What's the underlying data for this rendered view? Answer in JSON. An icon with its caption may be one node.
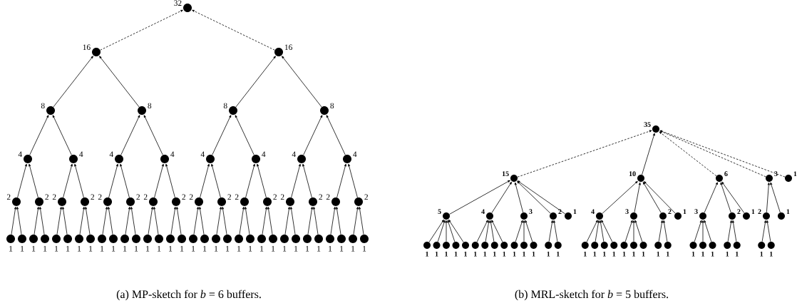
{
  "diagram": {
    "nodes": [
      {
        "text": [],
        "shape": "circle",
        "beside": [
          "32"
        ]
      },
      {
        "text": [],
        "shape": "circle",
        "beside": [
          "16"
        ]
      },
      {
        "text": [],
        "shape": "circle",
        "beside": [
          "16"
        ]
      },
      {
        "text": [],
        "shape": "circle",
        "beside": [
          "8"
        ]
      },
      {
        "text": [],
        "shape": "circle",
        "beside": [
          "8"
        ]
      },
      {
        "text": [],
        "shape": "circle",
        "beside": [
          "8"
        ]
      },
      {
        "text": [],
        "shape": "circle",
        "beside": [
          "8"
        ]
      },
      {
        "text": [],
        "shape": "circle",
        "beside": [
          "4"
        ]
      },
      {
        "text": [],
        "shape": "circle",
        "beside": [
          "4"
        ]
      },
      {
        "text": [],
        "shape": "circle",
        "beside": [
          "4"
        ]
      },
      {
        "text": [],
        "shape": "circle",
        "beside": [
          "4"
        ]
      },
      {
        "text": [],
        "shape": "circle",
        "beside": [
          "4"
        ]
      },
      {
        "text": [],
        "shape": "circle",
        "beside": [
          "4"
        ]
      },
      {
        "text": [],
        "shape": "circle",
        "beside": [
          "4"
        ]
      },
      {
        "text": [],
        "shape": "circle",
        "beside": [
          "4"
        ]
      },
      {
        "text": [],
        "shape": "circle",
        "beside": [
          "2"
        ]
      },
      {
        "text": [],
        "shape": "circle",
        "beside": [
          "2"
        ]
      },
      {
        "text": [],
        "shape": "circle",
        "beside": [
          "2"
        ]
      },
      {
        "text": [],
        "shape": "circle",
        "beside": [
          "2"
        ]
      },
      {
        "text": [],
        "shape": "circle",
        "beside": [
          "2"
        ]
      },
      {
        "text": [],
        "shape": "circle",
        "beside": [
          "2"
        ]
      },
      {
        "text": [],
        "shape": "circle",
        "beside": [
          "2"
        ]
      },
      {
        "text": [],
        "shape": "circle",
        "beside": [
          "2"
        ]
      },
      {
        "text": [],
        "shape": "circle",
        "beside": [
          "2"
        ]
      },
      {
        "text": [],
        "shape": "circle",
        "beside": [
          "2"
        ]
      },
      {
        "text": [],
        "shape": "circle",
        "beside": [
          "2"
        ]
      },
      {
        "text": [],
        "shape": "circle",
        "beside": [
          "2"
        ]
      },
      {
        "text": [],
        "shape": "circle",
        "beside": [
          "2"
        ]
      },
      {
        "text": [],
        "shape": "circle",
        "beside": [
          "2"
        ]
      },
      {
        "text": [],
        "shape": "circle",
        "beside": [
          "2"
        ]
      },
      {
        "text": [],
        "shape": "circle",
        "beside": [
          "2"
        ]
      },
      {
        "text": [],
        "shape": "circle",
        "beside": [
          "1"
        ]
      },
      {
        "text": [],
        "shape": "circle",
        "beside": [
          "1"
        ]
      },
      {
        "text": [],
        "shape": "circle",
        "beside": [
          "1"
        ]
      },
      {
        "text": [],
        "shape": "circle",
        "beside": [
          "1"
        ]
      },
      {
        "text": [],
        "shape": "circle",
        "beside": [
          "1"
        ]
      },
      {
        "text": [],
        "shape": "circle",
        "beside": [
          "1"
        ]
      },
      {
        "text": [],
        "shape": "circle",
        "beside": [
          "1"
        ]
      },
      {
        "text": [],
        "shape": "circle",
        "beside": [
          "1"
        ]
      },
      {
        "text": [],
        "shape": "circle",
        "beside": [
          "1"
        ]
      },
      {
        "text": [],
        "shape": "circle",
        "beside": [
          "1"
        ]
      },
      {
        "text": [],
        "shape": "circle",
        "beside": [
          "1"
        ]
      },
      {
        "text": [],
        "shape": "circle",
        "beside": [
          "1"
        ]
      },
      {
        "text": [],
        "shape": "circle",
        "beside": [
          "1"
        ]
      },
      {
        "text": [],
        "shape": "circle",
        "beside": [
          "1"
        ]
      },
      {
        "text": [],
        "shape": "circle",
        "beside": [
          "1"
        ]
      },
      {
        "text": [],
        "shape": "circle",
        "beside": [
          "1"
        ]
      },
      {
        "text": [],
        "shape": "circle",
        "beside": [
          "1"
        ]
      },
      {
        "text": [],
        "shape": "circle",
        "beside": [
          "1"
        ]
      },
      {
        "text": [],
        "shape": "circle",
        "beside": [
          "1"
        ]
      },
      {
        "text": [],
        "shape": "circle",
        "beside": [
          "1"
        ]
      },
      {
        "text": [],
        "shape": "circle",
        "beside": [
          "1"
        ]
      },
      {
        "text": [],
        "shape": "circle",
        "beside": [
          "1"
        ]
      },
      {
        "text": [],
        "shape": "circle",
        "beside": [
          "1"
        ]
      },
      {
        "text": [],
        "shape": "circle",
        "beside": [
          "1"
        ]
      },
      {
        "text": [],
        "shape": "circle",
        "beside": [
          "1"
        ]
      },
      {
        "text": [],
        "shape": "circle",
        "beside": [
          "1"
        ]
      },
      {
        "text": [],
        "shape": "circle",
        "beside": [
          "1"
        ]
      },
      {
        "text": [],
        "shape": "circle",
        "beside": [
          "1"
        ]
      },
      {
        "text": [],
        "shape": "circle",
        "beside": [
          "1"
        ]
      },
      {
        "text": [],
        "shape": "circle",
        "beside": [
          "1"
        ]
      },
      {
        "text": [],
        "shape": "circle",
        "beside": [
          "1"
        ]
      },
      {
        "text": [],
        "shape": "circle",
        "beside": [
          "1"
        ]
      },
      {
        "text": [],
        "shape": "circle",
        "beside": [
          "35"
        ]
      },
      {
        "text": [],
        "shape": "circle",
        "beside": [
          "15"
        ]
      },
      {
        "text": [],
        "shape": "circle",
        "beside": [
          "10"
        ]
      },
      {
        "text": [],
        "shape": "circle",
        "beside": [
          "6"
        ]
      },
      {
        "text": [],
        "shape": "circle",
        "beside": [
          "3"
        ]
      },
      {
        "text": [],
        "shape": "circle",
        "beside": [
          "1"
        ]
      },
      {
        "text": [],
        "shape": "circle",
        "beside": [
          "5"
        ]
      },
      {
        "text": [],
        "shape": "circle",
        "beside": [
          "4"
        ]
      },
      {
        "text": [],
        "shape": "circle",
        "beside": [
          "3"
        ]
      },
      {
        "text": [],
        "shape": "circle",
        "beside": [
          "2"
        ]
      },
      {
        "text": [],
        "shape": "circle",
        "beside": [
          "1"
        ]
      },
      {
        "text": [],
        "shape": "circle",
        "beside": [
          "4"
        ]
      },
      {
        "text": [],
        "shape": "circle",
        "beside": [
          "3"
        ]
      },
      {
        "text": [],
        "shape": "circle",
        "beside": [
          "2"
        ]
      },
      {
        "text": [],
        "shape": "circle",
        "beside": [
          "1"
        ]
      },
      {
        "text": [],
        "shape": "circle",
        "beside": [
          "3"
        ]
      },
      {
        "text": [],
        "shape": "circle",
        "beside": [
          "2"
        ]
      },
      {
        "text": [],
        "shape": "circle",
        "beside": [
          "1"
        ]
      },
      {
        "text": [],
        "shape": "circle",
        "beside": [
          "2"
        ]
      },
      {
        "text": [],
        "shape": "circle",
        "beside": [
          "1"
        ]
      },
      {
        "text": [],
        "shape": "circle",
        "beside": [
          "1"
        ]
      },
      {
        "text": [],
        "shape": "circle",
        "beside": [
          "1"
        ]
      },
      {
        "text": [],
        "shape": "circle",
        "beside": [
          "1"
        ]
      },
      {
        "text": [],
        "shape": "circle",
        "beside": [
          "1"
        ]
      },
      {
        "text": [],
        "shape": "circle",
        "beside": [
          "1"
        ]
      },
      {
        "text": [],
        "shape": "circle",
        "beside": [
          "1"
        ]
      },
      {
        "text": [],
        "shape": "circle",
        "beside": [
          "1"
        ]
      },
      {
        "text": [],
        "shape": "circle",
        "beside": [
          "1"
        ]
      },
      {
        "text": [],
        "shape": "circle",
        "beside": [
          "1"
        ]
      },
      {
        "text": [],
        "shape": "circle",
        "beside": [
          "1"
        ]
      },
      {
        "text": [],
        "shape": "circle",
        "beside": [
          "1"
        ]
      },
      {
        "text": [],
        "shape": "circle",
        "beside": [
          "1"
        ]
      },
      {
        "text": [],
        "shape": "circle",
        "beside": [
          "1"
        ]
      },
      {
        "text": [],
        "shape": "circle",
        "beside": [
          "1"
        ]
      },
      {
        "text": [],
        "shape": "circle",
        "beside": [
          "1"
        ]
      },
      {
        "text": [],
        "shape": "circle",
        "beside": [
          "1"
        ]
      },
      {
        "text": [],
        "shape": "circle",
        "beside": [
          "1"
        ]
      },
      {
        "text": [],
        "shape": "circle",
        "beside": [
          "1"
        ]
      },
      {
        "text": [],
        "shape": "circle",
        "beside": [
          "1"
        ]
      },
      {
        "text": [],
        "shape": "circle",
        "beside": [
          "1"
        ]
      },
      {
        "text": [],
        "shape": "circle",
        "beside": [
          "1"
        ]
      },
      {
        "text": [],
        "shape": "circle",
        "beside": [
          "1"
        ]
      },
      {
        "text": [],
        "shape": "circle",
        "beside": [
          "1"
        ]
      },
      {
        "text": [],
        "shape": "circle",
        "beside": [
          "1"
        ]
      },
      {
        "text": [],
        "shape": "circle",
        "beside": [
          "1"
        ]
      },
      {
        "text": [],
        "shape": "circle",
        "beside": [
          "1"
        ]
      },
      {
        "text": [],
        "shape": "circle",
        "beside": [
          "1"
        ]
      },
      {
        "text": [],
        "shape": "circle",
        "beside": [
          "1"
        ]
      },
      {
        "text": [],
        "shape": "circle",
        "beside": [
          "1"
        ]
      },
      {
        "text": [],
        "shape": "circle",
        "beside": [
          "1"
        ]
      }
    ],
    "edges": [
      {
        "from": 1,
        "to": 0,
        "arrow": "to",
        "style": "dashed"
      },
      {
        "from": 2,
        "to": 0,
        "arrow": "to",
        "style": "dashed"
      },
      {
        "from": 3,
        "to": 1,
        "arrow": "to"
      },
      {
        "from": 4,
        "to": 1,
        "arrow": "to"
      },
      {
        "from": 5,
        "to": 2,
        "arrow": "to"
      },
      {
        "from": 6,
        "to": 2,
        "arrow": "to"
      },
      {
        "from": 7,
        "to": 3,
        "arrow": "to"
      },
      {
        "from": 8,
        "to": 3,
        "arrow": "to"
      },
      {
        "from": 9,
        "to": 4,
        "arrow": "to"
      },
      {
        "from": 10,
        "to": 4,
        "arrow": "to"
      },
      {
        "from": 11,
        "to": 5,
        "arrow": "to"
      },
      {
        "from": 12,
        "to": 5,
        "arrow": "to"
      },
      {
        "from": 13,
        "to": 6,
        "arrow": "to"
      },
      {
        "from": 14,
        "to": 6,
        "arrow": "to"
      },
      {
        "from": 15,
        "to": 7,
        "arrow": "to"
      },
      {
        "from": 16,
        "to": 7,
        "arrow": "to"
      },
      {
        "from": 17,
        "to": 8,
        "arrow": "to"
      },
      {
        "from": 18,
        "to": 8,
        "arrow": "to"
      },
      {
        "from": 19,
        "to": 9,
        "arrow": "to"
      },
      {
        "from": 20,
        "to": 9,
        "arrow": "to"
      },
      {
        "from": 21,
        "to": 10,
        "arrow": "to"
      },
      {
        "from": 22,
        "to": 10,
        "arrow": "to"
      },
      {
        "from": 23,
        "to": 11,
        "arrow": "to"
      },
      {
        "from": 24,
        "to": 11,
        "arrow": "to"
      },
      {
        "from": 25,
        "to": 12,
        "arrow": "to"
      },
      {
        "from": 26,
        "to": 12,
        "arrow": "to"
      },
      {
        "from": 27,
        "to": 13,
        "arrow": "to"
      },
      {
        "from": 28,
        "to": 13,
        "arrow": "to"
      },
      {
        "from": 29,
        "to": 14,
        "arrow": "to"
      },
      {
        "from": 30,
        "to": 14,
        "arrow": "to"
      },
      {
        "from": 31,
        "to": 15,
        "arrow": "to"
      },
      {
        "from": 32,
        "to": 15,
        "arrow": "to"
      },
      {
        "from": 33,
        "to": 16,
        "arrow": "to"
      },
      {
        "from": 34,
        "to": 16,
        "arrow": "to"
      },
      {
        "from": 35,
        "to": 17,
        "arrow": "to"
      },
      {
        "from": 36,
        "to": 17,
        "arrow": "to"
      },
      {
        "from": 37,
        "to": 18,
        "arrow": "to"
      },
      {
        "from": 38,
        "to": 18,
        "arrow": "to"
      },
      {
        "from": 39,
        "to": 19,
        "arrow": "to"
      },
      {
        "from": 40,
        "to": 19,
        "arrow": "to"
      },
      {
        "from": 41,
        "to": 20,
        "arrow": "to"
      },
      {
        "from": 42,
        "to": 20,
        "arrow": "to"
      },
      {
        "from": 43,
        "to": 21,
        "arrow": "to"
      },
      {
        "from": 44,
        "to": 21,
        "arrow": "to"
      },
      {
        "from": 45,
        "to": 22,
        "arrow": "to"
      },
      {
        "from": 46,
        "to": 22,
        "arrow": "to"
      },
      {
        "from": 47,
        "to": 23,
        "arrow": "to"
      },
      {
        "from": 48,
        "to": 23,
        "arrow": "to"
      },
      {
        "from": 49,
        "to": 24,
        "arrow": "to"
      },
      {
        "from": 50,
        "to": 24,
        "arrow": "to"
      },
      {
        "from": 51,
        "to": 25,
        "arrow": "to"
      },
      {
        "from": 52,
        "to": 25,
        "arrow": "to"
      },
      {
        "from": 53,
        "to": 26,
        "arrow": "to"
      },
      {
        "from": 54,
        "to": 26,
        "arrow": "to"
      },
      {
        "from": 55,
        "to": 27,
        "arrow": "to"
      },
      {
        "from": 56,
        "to": 27,
        "arrow": "to"
      },
      {
        "from": 57,
        "to": 28,
        "arrow": "to"
      },
      {
        "from": 58,
        "to": 28,
        "arrow": "to"
      },
      {
        "from": 59,
        "to": 29,
        "arrow": "to"
      },
      {
        "from": 60,
        "to": 29,
        "arrow": "to"
      },
      {
        "from": 61,
        "to": 30,
        "arrow": "to"
      },
      {
        "from": 62,
        "to": 30,
        "arrow": "to"
      },
      {
        "from": 64,
        "to": 63,
        "arrow": "to",
        "style": "dashed"
      },
      {
        "from": 65,
        "to": 63,
        "arrow": "to"
      },
      {
        "from": 66,
        "to": 63,
        "arrow": "to",
        "style": "dashed"
      },
      {
        "from": 67,
        "to": 63,
        "arrow": "to",
        "style": "dashed"
      },
      {
        "from": 68,
        "to": 63,
        "arrow": "to",
        "style": "dashed"
      },
      {
        "from": 69,
        "to": 64,
        "arrow": "to"
      },
      {
        "from": 70,
        "to": 64,
        "arrow": "to"
      },
      {
        "from": 71,
        "to": 64,
        "arrow": "to"
      },
      {
        "from": 72,
        "to": 64,
        "arrow": "to"
      },
      {
        "from": 73,
        "to": 64,
        "arrow": "to"
      },
      {
        "from": 74,
        "to": 65,
        "arrow": "to"
      },
      {
        "from": 75,
        "to": 65,
        "arrow": "to"
      },
      {
        "from": 76,
        "to": 65,
        "arrow": "to"
      },
      {
        "from": 77,
        "to": 65,
        "arrow": "to"
      },
      {
        "from": 78,
        "to": 66,
        "arrow": "to"
      },
      {
        "from": 79,
        "to": 66,
        "arrow": "to"
      },
      {
        "from": 80,
        "to": 66,
        "arrow": "to"
      },
      {
        "from": 81,
        "to": 67,
        "arrow": "to"
      },
      {
        "from": 82,
        "to": 67,
        "arrow": "to"
      },
      {
        "from": 83,
        "to": 69,
        "arrow": "to"
      },
      {
        "from": 84,
        "to": 69,
        "arrow": "to"
      },
      {
        "from": 85,
        "to": 69,
        "arrow": "to"
      },
      {
        "from": 86,
        "to": 69,
        "arrow": "to"
      },
      {
        "from": 87,
        "to": 69,
        "arrow": "to"
      },
      {
        "from": 88,
        "to": 70,
        "arrow": "to"
      },
      {
        "from": 89,
        "to": 70,
        "arrow": "to"
      },
      {
        "from": 90,
        "to": 70,
        "arrow": "to"
      },
      {
        "from": 91,
        "to": 70,
        "arrow": "to"
      },
      {
        "from": 92,
        "to": 71,
        "arrow": "to"
      },
      {
        "from": 93,
        "to": 71,
        "arrow": "to"
      },
      {
        "from": 94,
        "to": 71,
        "arrow": "to"
      },
      {
        "from": 95,
        "to": 72,
        "arrow": "to"
      },
      {
        "from": 96,
        "to": 72,
        "arrow": "to"
      },
      {
        "from": 97,
        "to": 74,
        "arrow": "to"
      },
      {
        "from": 98,
        "to": 74,
        "arrow": "to"
      },
      {
        "from": 99,
        "to": 74,
        "arrow": "to"
      },
      {
        "from": 100,
        "to": 74,
        "arrow": "to"
      },
      {
        "from": 101,
        "to": 75,
        "arrow": "to"
      },
      {
        "from": 102,
        "to": 75,
        "arrow": "to"
      },
      {
        "from": 103,
        "to": 75,
        "arrow": "to"
      },
      {
        "from": 104,
        "to": 76,
        "arrow": "to"
      },
      {
        "from": 105,
        "to": 76,
        "arrow": "to"
      },
      {
        "from": 106,
        "to": 78,
        "arrow": "to"
      },
      {
        "from": 107,
        "to": 78,
        "arrow": "to"
      },
      {
        "from": 108,
        "to": 78,
        "arrow": "to"
      },
      {
        "from": 109,
        "to": 79,
        "arrow": "to"
      },
      {
        "from": 110,
        "to": 79,
        "arrow": "to"
      },
      {
        "from": 111,
        "to": 81,
        "arrow": "to"
      },
      {
        "from": 112,
        "to": 81,
        "arrow": "to"
      }
    ],
    "labels": [
      "(a) MP-sketch for *b* = 6 buffers.",
      "(b) MRL-sketch for *b* = 5 buffers."
    ]
  }
}
